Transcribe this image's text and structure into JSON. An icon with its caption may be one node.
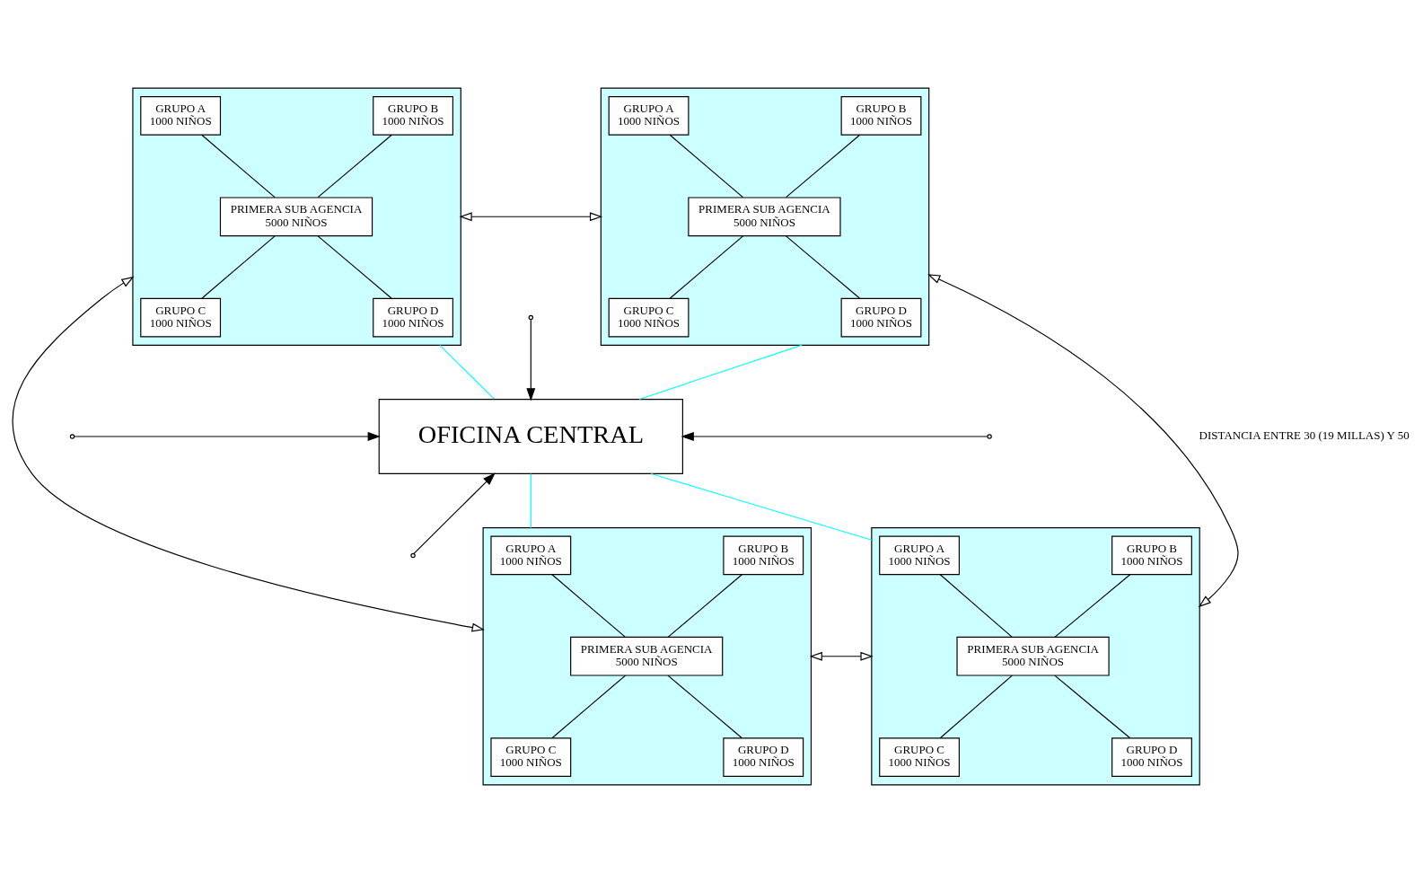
{
  "diagram": {
    "nodes": [
      {
        "text": [],
        "shape": "box"
      },
      {
        "text": [
          "GRUPO A",
          "1000 NIÑOS"
        ],
        "in": 0
      },
      {
        "text": [
          "GRUPO B",
          "1000 NIÑOS"
        ],
        "in": 0
      },
      {
        "text": [
          "PRIMERA SUB AGENCIA",
          "5000 NIÑOS"
        ],
        "in": 0
      },
      {
        "text": [
          "GRUPO C",
          "1000 NIÑOS"
        ],
        "in": 0
      },
      {
        "text": [
          "GRUPO D",
          "1000 NIÑOS"
        ],
        "in": 0
      },
      {
        "text": [],
        "shape": "box"
      },
      {
        "text": [
          "GRUPO A",
          "1000 NIÑOS"
        ],
        "in": 6
      },
      {
        "text": [
          "GRUPO B",
          "1000 NIÑOS"
        ],
        "in": 6
      },
      {
        "text": [
          "PRIMERA SUB AGENCIA",
          "5000 NIÑOS"
        ],
        "in": 6
      },
      {
        "text": [
          "GRUPO C",
          "1000 NIÑOS"
        ],
        "in": 6
      },
      {
        "text": [
          "GRUPO D",
          "1000 NIÑOS"
        ],
        "in": 6
      },
      {
        "text": [
          "OFICINA CENTRAL"
        ]
      },
      {
        "text": [],
        "shape": "box"
      },
      {
        "text": [
          "GRUPO A",
          "1000 NIÑOS"
        ],
        "in": 13
      },
      {
        "text": [
          "GRUPO B",
          "1000 NIÑOS"
        ],
        "in": 13
      },
      {
        "text": [
          "PRIMERA SUB AGENCIA",
          "5000 NIÑOS"
        ],
        "in": 13
      },
      {
        "text": [
          "GRUPO C",
          "1000 NIÑOS"
        ],
        "in": 13
      },
      {
        "text": [
          "GRUPO D",
          "1000 NIÑOS"
        ],
        "in": 13
      },
      {
        "text": [],
        "shape": "box"
      },
      {
        "text": [
          "GRUPO A",
          "1000 NIÑOS"
        ],
        "in": 19
      },
      {
        "text": [
          "GRUPO B",
          "1000 NIÑOS"
        ],
        "in": 19
      },
      {
        "text": [
          "PRIMERA SUB AGENCIA",
          "5000 NIÑOS"
        ],
        "in": 19
      },
      {
        "text": [
          "GRUPO C",
          "1000 NIÑOS"
        ],
        "in": 19
      },
      {
        "text": [
          "GRUPO D",
          "1000 NIÑOS"
        ],
        "in": 19
      }
    ],
    "edges": [
      {
        "from": 1,
        "to": 3,
        "arrow": "none"
      },
      {
        "from": 2,
        "to": 3,
        "arrow": "none"
      },
      {
        "from": 3,
        "to": 4,
        "arrow": "none"
      },
      {
        "from": 3,
        "to": 5,
        "arrow": "none"
      },
      {
        "from": 7,
        "to": 9,
        "arrow": "none"
      },
      {
        "from": 8,
        "to": 9,
        "arrow": "none"
      },
      {
        "from": 9,
        "to": 10,
        "arrow": "none"
      },
      {
        "from": 9,
        "to": 11,
        "arrow": "none"
      },
      {
        "from": 14,
        "to": 16,
        "arrow": "none"
      },
      {
        "from": 15,
        "to": 16,
        "arrow": "none"
      },
      {
        "from": 16,
        "to": 17,
        "arrow": "none"
      },
      {
        "from": 16,
        "to": 18,
        "arrow": "none"
      },
      {
        "from": 20,
        "to": 22,
        "arrow": "none"
      },
      {
        "from": 21,
        "to": 22,
        "arrow": "none"
      },
      {
        "from": 22,
        "to": 23,
        "arrow": "none"
      },
      {
        "from": 22,
        "to": 24,
        "arrow": "none"
      },
      {
        "from": 0,
        "to": 12,
        "arrow": "none",
        "color": "#00ffff"
      },
      {
        "from": 6,
        "to": 12,
        "arrow": "none",
        "color": "#00ffff"
      },
      {
        "from": 12,
        "to": 13,
        "arrow": "none",
        "color": "#00ffff"
      },
      {
        "from": 12,
        "to": 19,
        "arrow": "none",
        "color": "#00ffff"
      },
      {
        "from": 0,
        "to": 6,
        "arrow": "both"
      },
      {
        "from": 0,
        "to": 13,
        "arrow": "both"
      },
      {
        "from": 6,
        "to": 19,
        "arrow": "both",
        "label": "DISTANCIA ENTRE 30 (19 MILLAS) Y 50"
      },
      {
        "from": 13,
        "to": 19,
        "arrow": "both"
      },
      {
        "from": null,
        "to": 12,
        "arrow": "to"
      },
      {
        "from": null,
        "to": 12,
        "arrow": "to"
      },
      {
        "from": null,
        "to": 12,
        "arrow": "to"
      },
      {
        "from": null,
        "to": 12,
        "arrow": "to"
      }
    ]
  }
}
